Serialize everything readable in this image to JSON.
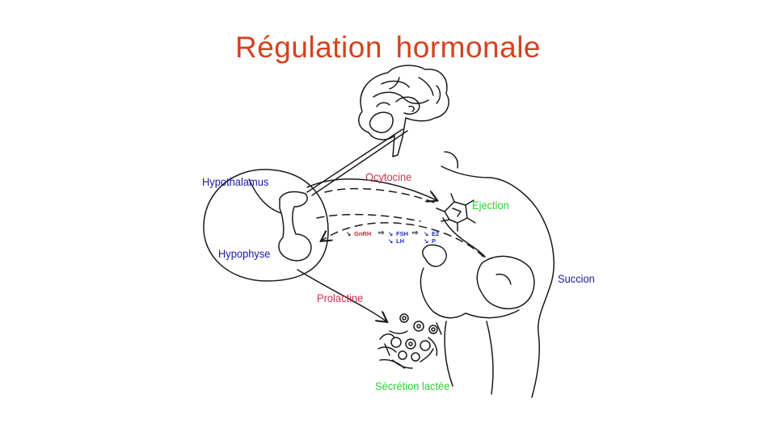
{
  "title": "Régulation hormonale",
  "labels": {
    "hypothalamus": "Hypothalamus",
    "hypophyse": "Hypophyse",
    "ocytocine": "Ocytocine",
    "ejection": "Ejection",
    "succion": "Succion",
    "prolactine": "Prolactine",
    "secretion": "Sécrétion lactée"
  },
  "feedback": {
    "down_arrow": "↘",
    "gnrh": "GnRH",
    "then_arrow": "⇨",
    "fsh": "FSH",
    "lh": "LH",
    "e2": "E2",
    "p": "P"
  },
  "colors": {
    "title": "#d4421e",
    "blue_labels": "#1a1aa8",
    "red_labels": "#d0304e",
    "green_labels": "#27d32e",
    "sketch": "#1a1a1a"
  }
}
